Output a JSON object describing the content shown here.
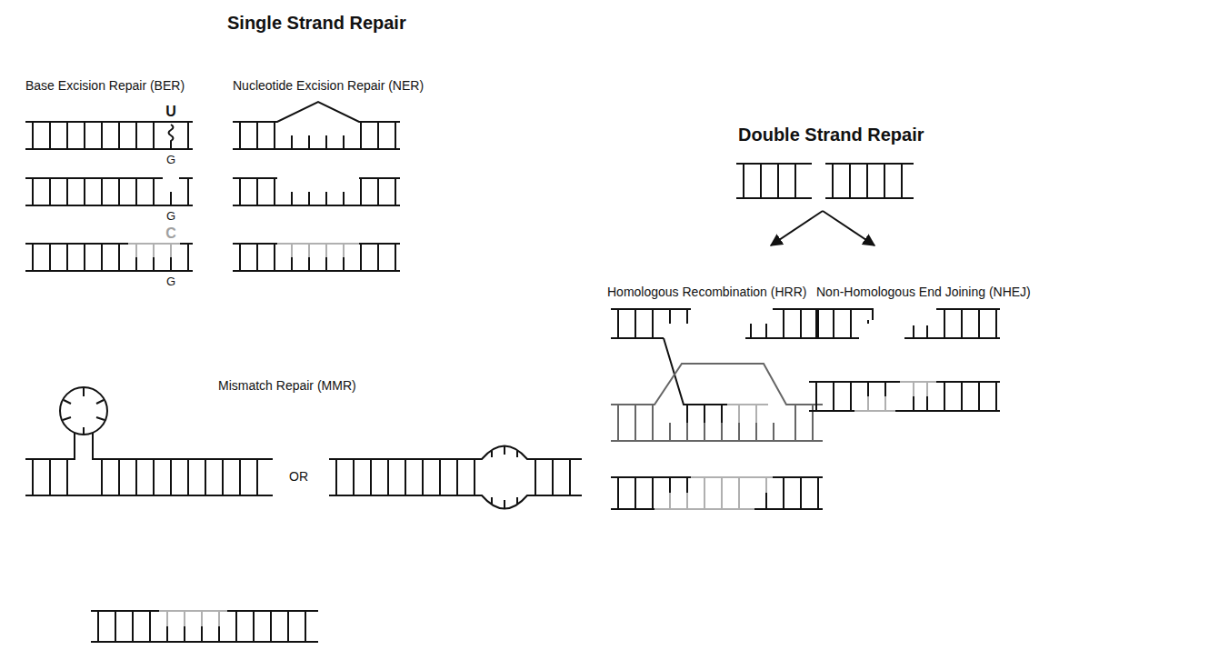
{
  "diagram": {
    "labels": [
      "Single Strand Repair",
      "Base Excision Repair (BER)",
      "Nucleotide Excision Repair (NER)",
      "U",
      "G",
      "G",
      "C",
      "G",
      "Double Strand Repair",
      "Mismatch Repair (MMR)",
      "OR",
      "Homologous Recombination (HRR)",
      "Non-Homologous End Joining (NHEJ)"
    ]
  }
}
